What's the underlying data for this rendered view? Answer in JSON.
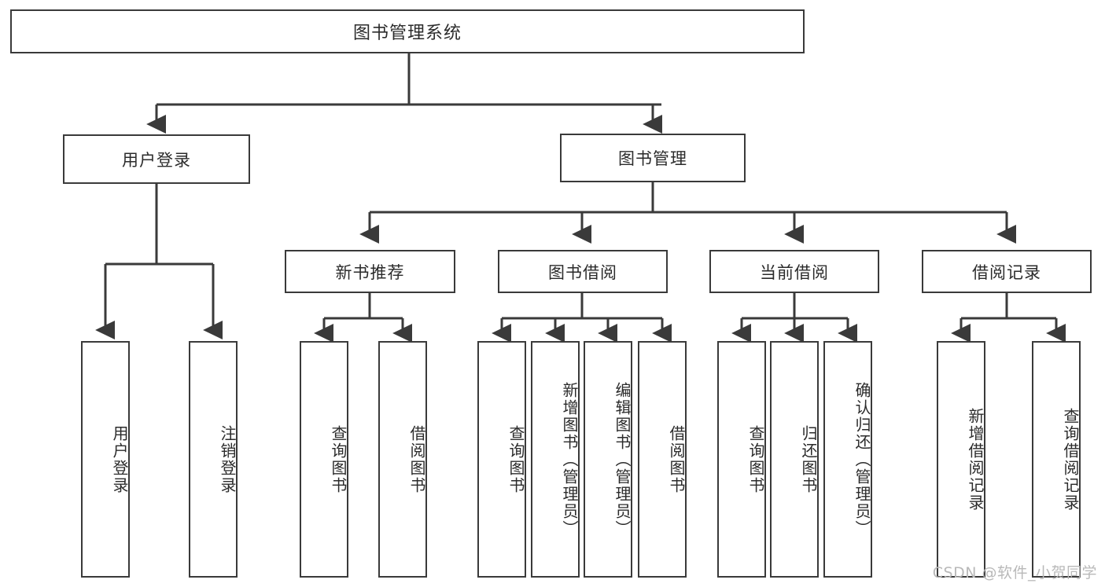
{
  "diagram": {
    "title": "图书管理系统",
    "type": "tree",
    "root": {
      "label": "图书管理系统"
    },
    "level2": [
      {
        "label": "用户登录"
      },
      {
        "label": "图书管理"
      }
    ],
    "level3": [
      {
        "label": "新书推荐"
      },
      {
        "label": "图书借阅"
      },
      {
        "label": "当前借阅"
      },
      {
        "label": "借阅记录"
      }
    ],
    "leaves": {
      "user_login": [
        {
          "label": "用户登录"
        },
        {
          "label": "注销登录"
        }
      ],
      "new_book_recommend": [
        {
          "label": "查询图书"
        },
        {
          "label": "借阅图书"
        }
      ],
      "book_borrow": [
        {
          "label": "查询图书"
        },
        {
          "label": "新增图书（管理员）"
        },
        {
          "label": "编辑图书（管理员）"
        },
        {
          "label": "借阅图书"
        }
      ],
      "current_borrow": [
        {
          "label": "查询图书"
        },
        {
          "label": "归还图书"
        },
        {
          "label": "确认归还（管理员）"
        }
      ],
      "borrow_record": [
        {
          "label": "新增借阅记录"
        },
        {
          "label": "查询借阅记录"
        }
      ]
    }
  },
  "watermark": {
    "text": "CSDN @软件_小贺同学"
  },
  "colors": {
    "stroke": "#3a3a3a",
    "text": "#2b2b2b",
    "background": "#ffffff",
    "watermark": "#b9b9b9"
  }
}
